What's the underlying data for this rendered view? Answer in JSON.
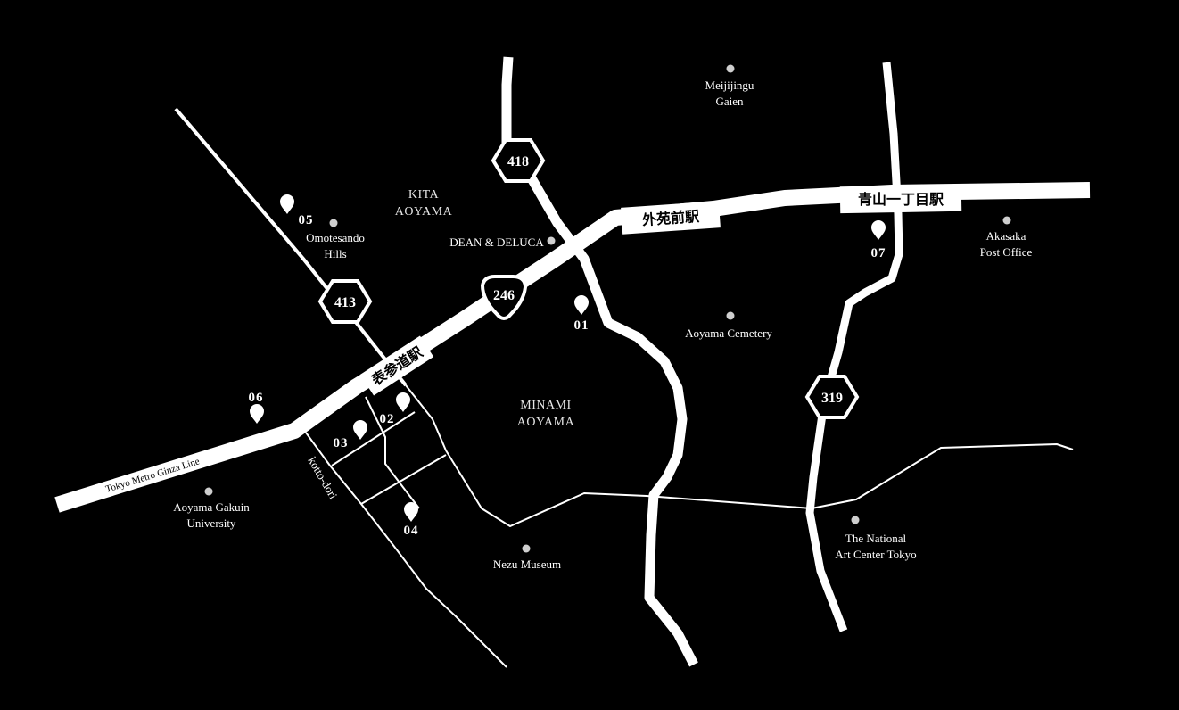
{
  "map": {
    "colors": {
      "background": "#000000",
      "road": "#ffffff",
      "landmark_dot": "#cfcfcf",
      "area_text": "#e6e6e6"
    },
    "areas": [
      {
        "id": "kita-aoyama",
        "lines": [
          "KITA",
          "AOYAMA"
        ]
      },
      {
        "id": "minami-aoyama",
        "lines": [
          "MINAMI",
          "AOYAMA"
        ]
      }
    ],
    "landmarks": [
      {
        "id": "meijijingu-gaien",
        "lines": [
          "Meijijingu",
          "Gaien"
        ]
      },
      {
        "id": "omotesando-hills",
        "lines": [
          "Omotesando",
          "Hills"
        ]
      },
      {
        "id": "dean-deluca",
        "lines": [
          "DEAN & DELUCA"
        ]
      },
      {
        "id": "akasaka-post-office",
        "lines": [
          "Akasaka",
          "Post Office"
        ]
      },
      {
        "id": "aoyama-cemetery",
        "lines": [
          "Aoyama Cemetery"
        ]
      },
      {
        "id": "aoyama-gakuin-university",
        "lines": [
          "Aoyama Gakuin",
          "University"
        ]
      },
      {
        "id": "nezu-museum",
        "lines": [
          "Nezu Museum"
        ]
      },
      {
        "id": "national-art-center",
        "lines": [
          "The National",
          "Art Center Tokyo"
        ]
      }
    ],
    "stations": {
      "omotesando": "表参道駅",
      "gaienmae": "外苑前駅",
      "aoyama_itchome": "青山一丁目駅"
    },
    "routes": {
      "r413": "413",
      "r418": "418",
      "r246": "246",
      "r319": "319"
    },
    "line_labels": {
      "ginza": "Tokyo Metro Ginza Line",
      "kotto": "kotto-dori"
    },
    "pins": {
      "p01": "01",
      "p02": "02",
      "p03": "03",
      "p04": "04",
      "p05": "05",
      "p06": "06",
      "p07": "07"
    }
  }
}
